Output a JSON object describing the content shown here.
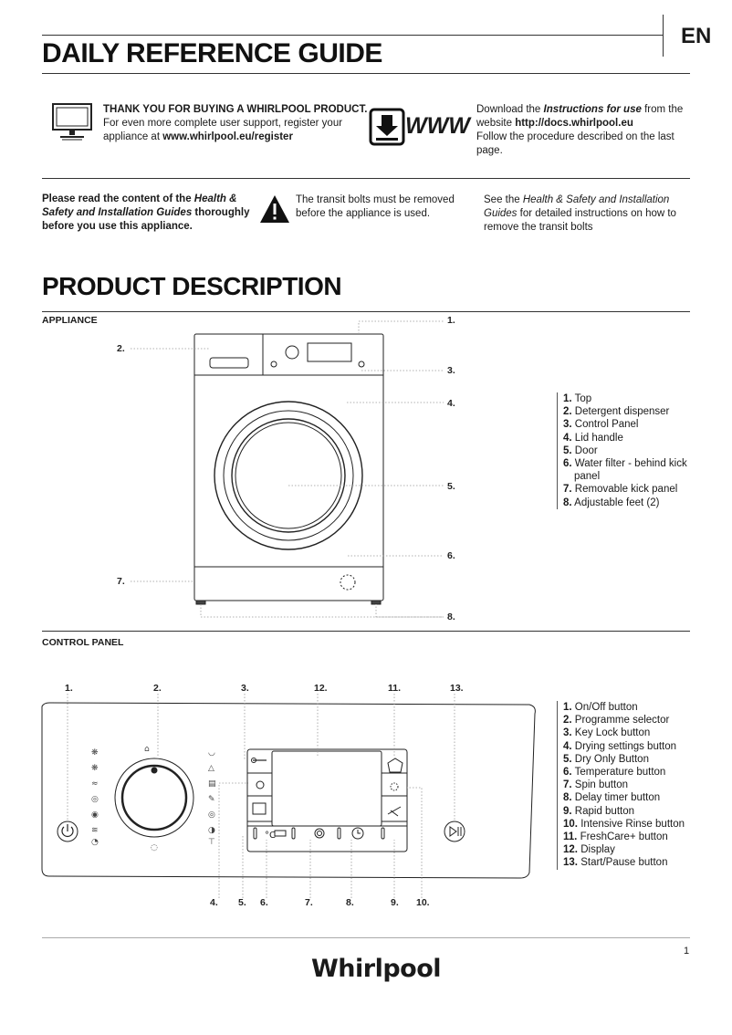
{
  "lang_tag": "EN",
  "title": "DAILY REFERENCE GUIDE",
  "intro": {
    "thanks_heading": "THANK YOU FOR BUYING A WHIRLPOOL PRODUCT.",
    "thanks_line1": "For even more complete user support, register your",
    "thanks_line2_prefix": "appliance at ",
    "thanks_url": "www.whirlpool.eu/register",
    "www_label": "WWW",
    "download_prefix": "Download the ",
    "download_em": "Instructions for use",
    "download_suffix": " from the",
    "download_site_prefix": "website ",
    "download_site": "http://docs.whirlpool.eu",
    "download_line3": "Follow the procedure described on the last",
    "download_line4": "page."
  },
  "safety": {
    "left_1": "Please read the content of the ",
    "left_em": "Health & Safety and Installation Guides",
    "left_2": " thoroughly before you use this appliance.",
    "middle_1": "The transit bolts must be removed",
    "middle_2": "before the appliance is used.",
    "right_1": "See the ",
    "right_em": "Health & Safety and Installation Guides",
    "right_2": " for detailed instructions on how to remove the transit bolts"
  },
  "product_title": "PRODUCT DESCRIPTION",
  "appliance": {
    "section_label": "APPLIANCE",
    "callouts": [
      "1.",
      "2.",
      "3.",
      "4.",
      "5.",
      "6.",
      "7.",
      "8."
    ],
    "legend": [
      {
        "n": "1.",
        "t": "Top"
      },
      {
        "n": "2.",
        "t": "Detergent dispenser"
      },
      {
        "n": "3.",
        "t": "Control Panel"
      },
      {
        "n": "4.",
        "t": "Lid handle"
      },
      {
        "n": "5.",
        "t": "Door"
      },
      {
        "n": "6.",
        "t": "Water filter - behind kick"
      },
      {
        "n": "",
        "t": "panel"
      },
      {
        "n": "7.",
        "t": "Removable kick panel"
      },
      {
        "n": "8.",
        "t": "Adjustable feet (2)"
      }
    ]
  },
  "control_panel": {
    "section_label": "CONTROL PANEL",
    "top_callouts": [
      "1.",
      "2.",
      "3.",
      "12.",
      "11.",
      "13."
    ],
    "bottom_callouts": [
      "4.",
      "5.",
      "6.",
      "7.",
      "8.",
      "9.",
      "10."
    ],
    "legend": [
      {
        "n": "1.",
        "t": "On/Off button"
      },
      {
        "n": "2.",
        "t": "Programme selector"
      },
      {
        "n": "3.",
        "t": "Key Lock button"
      },
      {
        "n": "4.",
        "t": "Drying settings button"
      },
      {
        "n": "5.",
        "t": "Dry Only Button"
      },
      {
        "n": "6.",
        "t": "Temperature button"
      },
      {
        "n": "7.",
        "t": "Spin button"
      },
      {
        "n": "8.",
        "t": "Delay timer button"
      },
      {
        "n": "9.",
        "t": "Rapid button"
      },
      {
        "n": "10.",
        "t": "Intensive Rinse button"
      },
      {
        "n": "11.",
        "t": "FreshCare+ button"
      },
      {
        "n": "12.",
        "t": "Display"
      },
      {
        "n": "13.",
        "t": "Start/Pause button"
      }
    ]
  },
  "page_number": "1",
  "brand": "Whirlpool",
  "colors": {
    "text": "#1a1a1a",
    "line": "#333333",
    "dotted": "#888888"
  }
}
